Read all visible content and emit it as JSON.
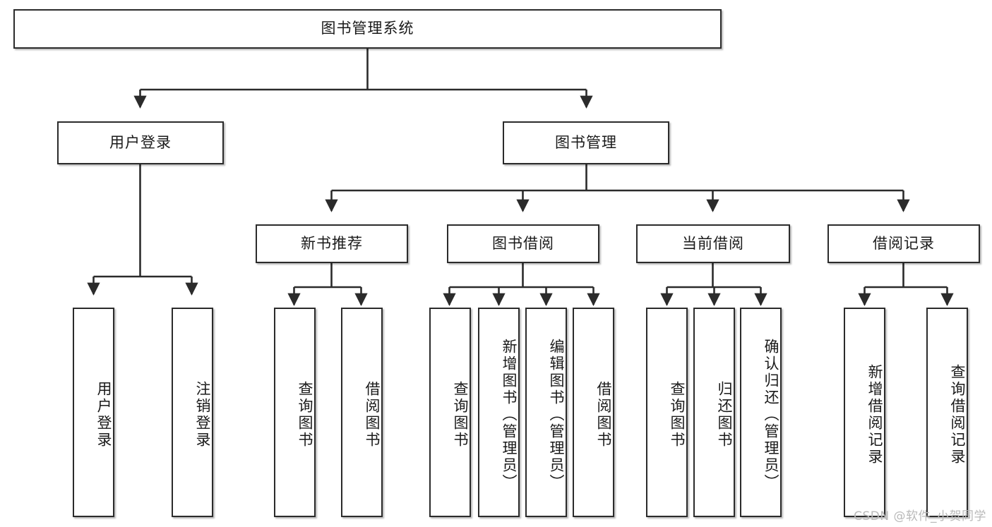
{
  "diagram": {
    "title": "图书管理系统",
    "type": "tree-hierarchy",
    "watermark": "CSDN @软件_小贺同学",
    "colors": {
      "box_border": "#2b2b2b",
      "box_fill": "#ffffff",
      "edge": "#2b2b2b",
      "text": "#1a1a1a",
      "watermark": "#b9b9b9"
    }
  },
  "nodes": {
    "root": {
      "label": "图书管理系统"
    },
    "level2": [
      {
        "id": "user-login",
        "label": "用户登录"
      },
      {
        "id": "book-management",
        "label": "图书管理"
      }
    ],
    "level3": [
      {
        "id": "new-book-recommend",
        "label": "新书推荐"
      },
      {
        "id": "book-borrow",
        "label": "图书借阅"
      },
      {
        "id": "current-borrow",
        "label": "当前借阅"
      },
      {
        "id": "borrow-record",
        "label": "借阅记录"
      }
    ],
    "leaves": {
      "user_login": [
        {
          "id": "leaf-user-login",
          "label": "用户登录"
        },
        {
          "id": "leaf-logout-login",
          "label": "注销登录"
        }
      ],
      "new_book_recommend": [
        {
          "id": "leaf-query-book-1",
          "label": "查询图书"
        },
        {
          "id": "leaf-borrow-book-1",
          "label": "借阅图书"
        }
      ],
      "book_borrow": [
        {
          "id": "leaf-query-book-2",
          "label": "查询图书"
        },
        {
          "id": "leaf-add-book",
          "label": "新增图书（管理员）"
        },
        {
          "id": "leaf-edit-book",
          "label": "编辑图书（管理员）"
        },
        {
          "id": "leaf-borrow-book-2",
          "label": "借阅图书"
        }
      ],
      "current_borrow": [
        {
          "id": "leaf-query-book-3",
          "label": "查询图书"
        },
        {
          "id": "leaf-return-book",
          "label": "归还图书"
        },
        {
          "id": "leaf-confirm-return",
          "label": "确认归还（管理员）"
        }
      ],
      "borrow_record": [
        {
          "id": "leaf-add-record",
          "label": "新增借阅记录"
        },
        {
          "id": "leaf-query-record",
          "label": "查询借阅记录"
        }
      ]
    }
  }
}
